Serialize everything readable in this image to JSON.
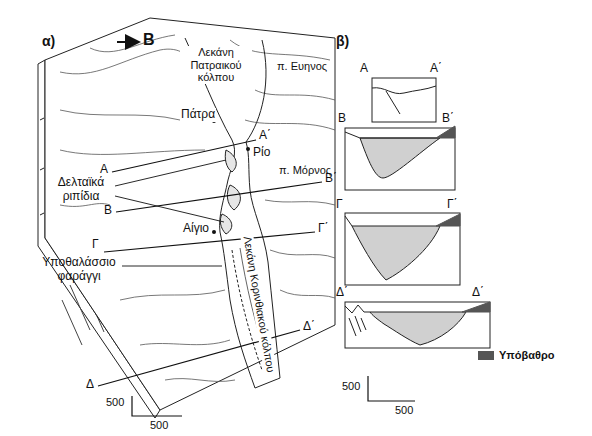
{
  "diagram": {
    "labels": [
      "α)",
      "Β",
      "Λεκάνη Πατραικού κόλπου",
      "π. Ευηνος",
      "Πάτρα",
      "Α",
      "Α΄",
      "Ρίο",
      "Δελταϊκά ριπίδια",
      "π. Μόρνος",
      "Β",
      "Β΄",
      "Αίγιο",
      "Υποθαλάσσιο φαράγγι",
      "Γ",
      "Γ΄",
      "Λεκάνη Κορινθιακού κόλπου",
      "Δ",
      "Δ΄",
      "500",
      "500",
      "β)",
      "Α",
      "Α΄",
      "Β",
      "Β΄",
      "Γ",
      "Γ΄",
      "Δ΄",
      "Δ΄",
      "500",
      "500"
    ],
    "legend": [
      {
        "text": "Υπόβαθρο",
        "color": "#555555"
      }
    ]
  }
}
